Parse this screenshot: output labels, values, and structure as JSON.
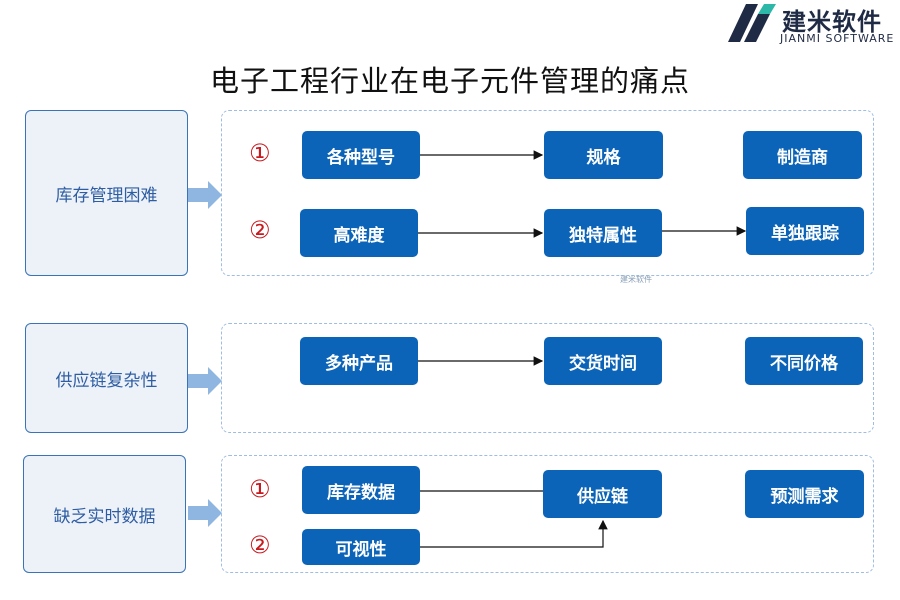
{
  "logo": {
    "name": "建米软件",
    "sub": "JIANMI SOFTWARE",
    "watermark": "建米软件"
  },
  "title": "电子工程行业在电子元件管理的痛点",
  "sections": [
    {
      "category": "库存管理困难",
      "markers": [
        "①",
        "②"
      ],
      "row1": [
        "各种型号",
        "规格",
        "制造商"
      ],
      "row2": [
        "高难度",
        "独特属性",
        "单独跟踪"
      ]
    },
    {
      "category": "供应链复杂性",
      "row1": [
        "多种产品",
        "交货时间",
        "不同价格"
      ]
    },
    {
      "category": "缺乏实时数据",
      "markers": [
        "①",
        "②"
      ],
      "boxes": [
        "库存数据",
        "可视性",
        "供应链",
        "预测需求"
      ]
    }
  ],
  "colors": {
    "box": "#0b64b8",
    "category_border": "#3a73b8",
    "marker": "#c8191f",
    "panel_border": "#9fbde3"
  }
}
